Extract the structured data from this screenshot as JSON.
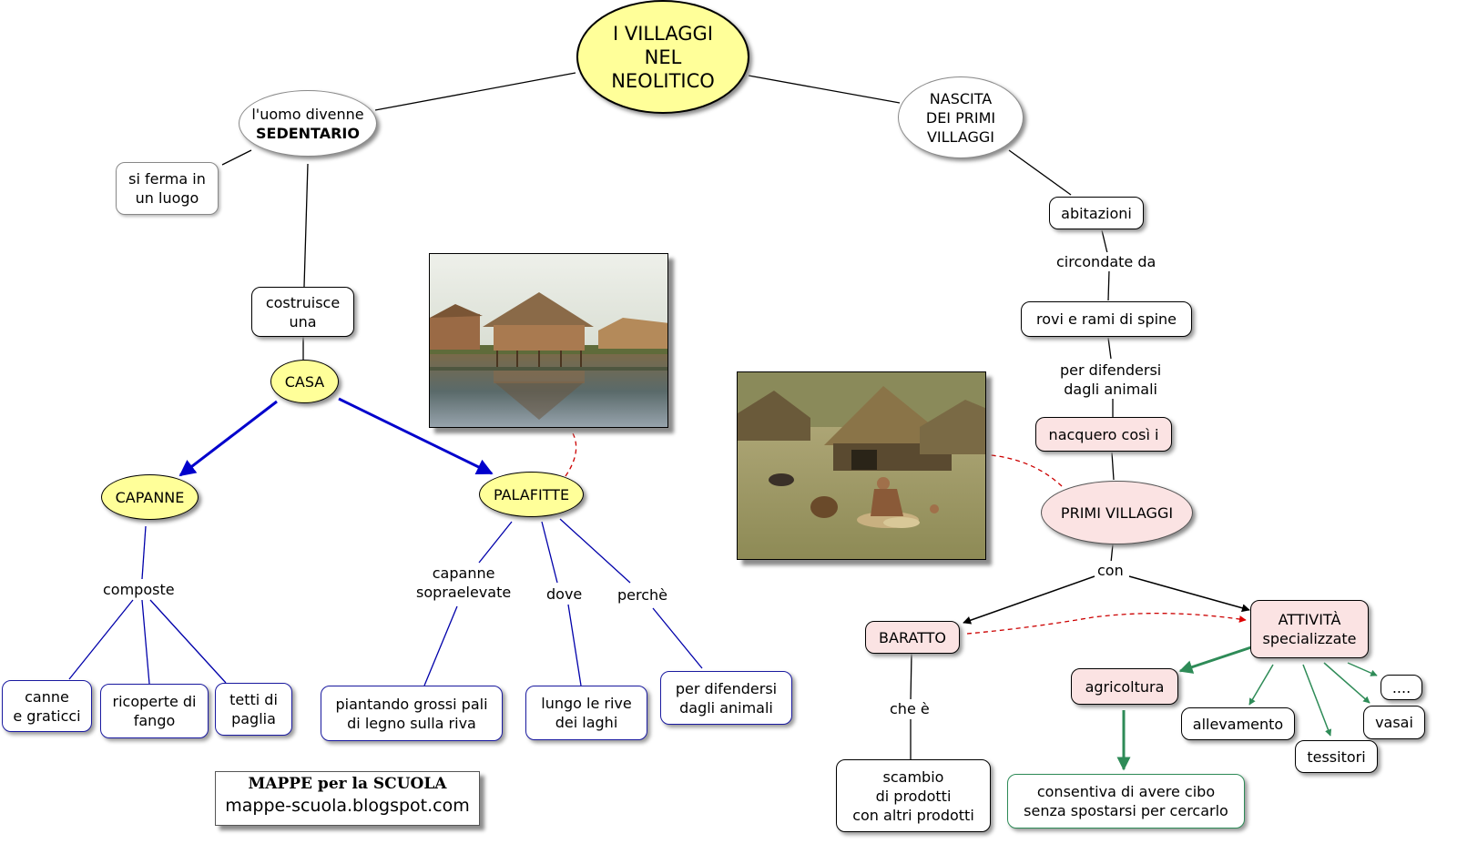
{
  "title": "I VILLAGGI\nNEL\nNEOLITICO",
  "nodes": {
    "sedentario_pre": "l'uomo divenne",
    "sedentario_bold": "SEDENTARIO",
    "si_ferma": "si ferma in\nun luogo",
    "costruisce": "costruisce\nuna",
    "casa": "CASA",
    "capanne": "CAPANNE",
    "palafitte": "PALAFITTE",
    "canne": "canne\ne graticci",
    "fango": "ricoperte di\nfango",
    "tetti": "tetti di\npaglia",
    "piantando": "piantando grossi pali\ndi legno sulla riva",
    "lungo": "lungo le rive\ndei laghi",
    "difendersi": "per difendersi\ndagli animali",
    "nascita": "NASCITA\nDEI PRIMI\nVILLAGGI",
    "abitazioni": "abitazioni",
    "rovi": "rovi e rami di spine",
    "nacquero": "nacquero così i",
    "primi_villaggi": "PRIMI VILLAGGI",
    "baratto": "BARATTO",
    "attivita": "ATTIVITÀ\nspecializzate",
    "agricoltura": "agricoltura",
    "puntini": "....",
    "allevamento": "allevamento",
    "vasai": "vasai",
    "tessitori": "tessitori",
    "scambio": "scambio\ndi prodotti\ncon altri prodotti",
    "consentiva": "consentiva di avere cibo\nsenza spostarsi per cercarlo"
  },
  "links": {
    "composte": "composte",
    "capanne_sopraelevate": "capanne\nsopraelevate",
    "dove": "dove",
    "perche": "perchè",
    "circondate": "circondate da",
    "per_difendersi": "per difendersi\ndagli animali",
    "con": "con",
    "che_e": "che è"
  },
  "credit": {
    "line1": "MAPPE per la SCUOLA",
    "line2": "mappe-scuola.blogspot.com"
  },
  "colors": {
    "yellow_node": "#ffff99",
    "pink_node": "#fbe3e3",
    "blue_arrow": "#0000cc",
    "green_arrow": "#2e8b57",
    "red_dashed": "#cc0000"
  }
}
